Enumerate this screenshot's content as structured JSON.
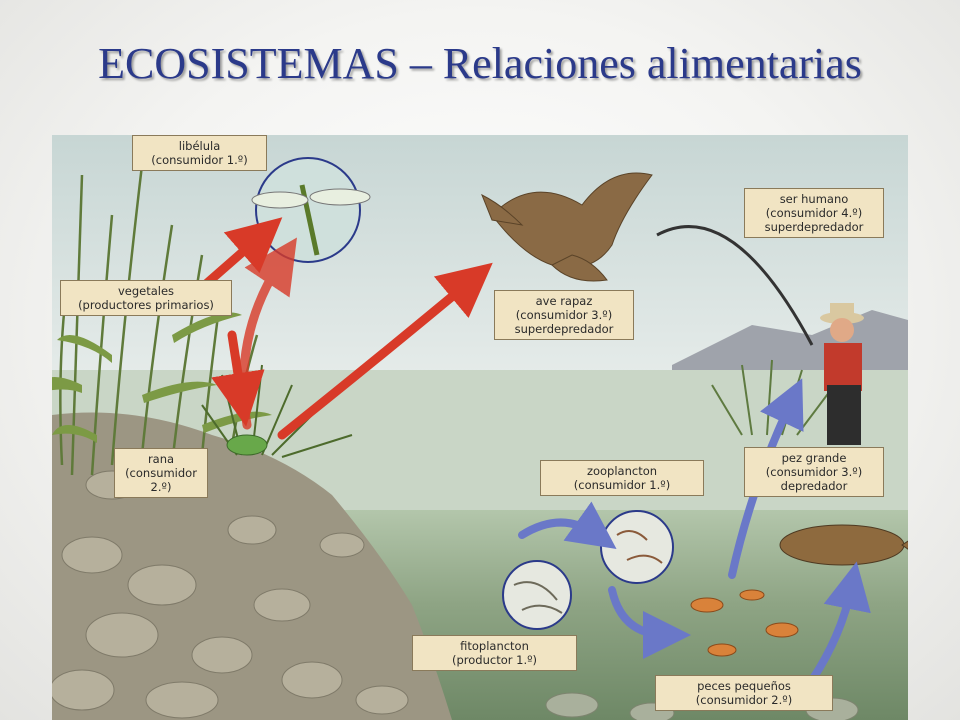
{
  "title": "ECOSISTEMAS – Relaciones alimentarias",
  "labels": {
    "libelula": {
      "name": "libélula",
      "role": "(consumidor 1.º)"
    },
    "vegetales": {
      "name": "vegetales",
      "role": "(productores primarios)"
    },
    "rana": {
      "name": "rana",
      "role": "(consumidor",
      "role2": "2.º)"
    },
    "ave": {
      "name": "ave rapaz",
      "role": "(consumidor 3.º)",
      "extra": "superdepredador"
    },
    "humano": {
      "name": "ser humano",
      "role": "(consumidor 4.º)",
      "extra": "superdepredador"
    },
    "zooplancton": {
      "name": "zooplancton",
      "role": "(consumidor 1.º)"
    },
    "pez_grande": {
      "name": "pez grande",
      "role": "(consumidor 3.º)",
      "extra": "depredador"
    },
    "fitoplancton": {
      "name": "fitoplancton",
      "role": "(productor 1.º)"
    },
    "peces_pequenos": {
      "name": "peces pequeños",
      "role": "(consumidor 2.º)"
    }
  },
  "colors": {
    "title": "#2b3a8a",
    "arrow_red": "#d83a28",
    "arrow_blue": "#6a78c8",
    "label_bg": "#f1e4c3"
  }
}
